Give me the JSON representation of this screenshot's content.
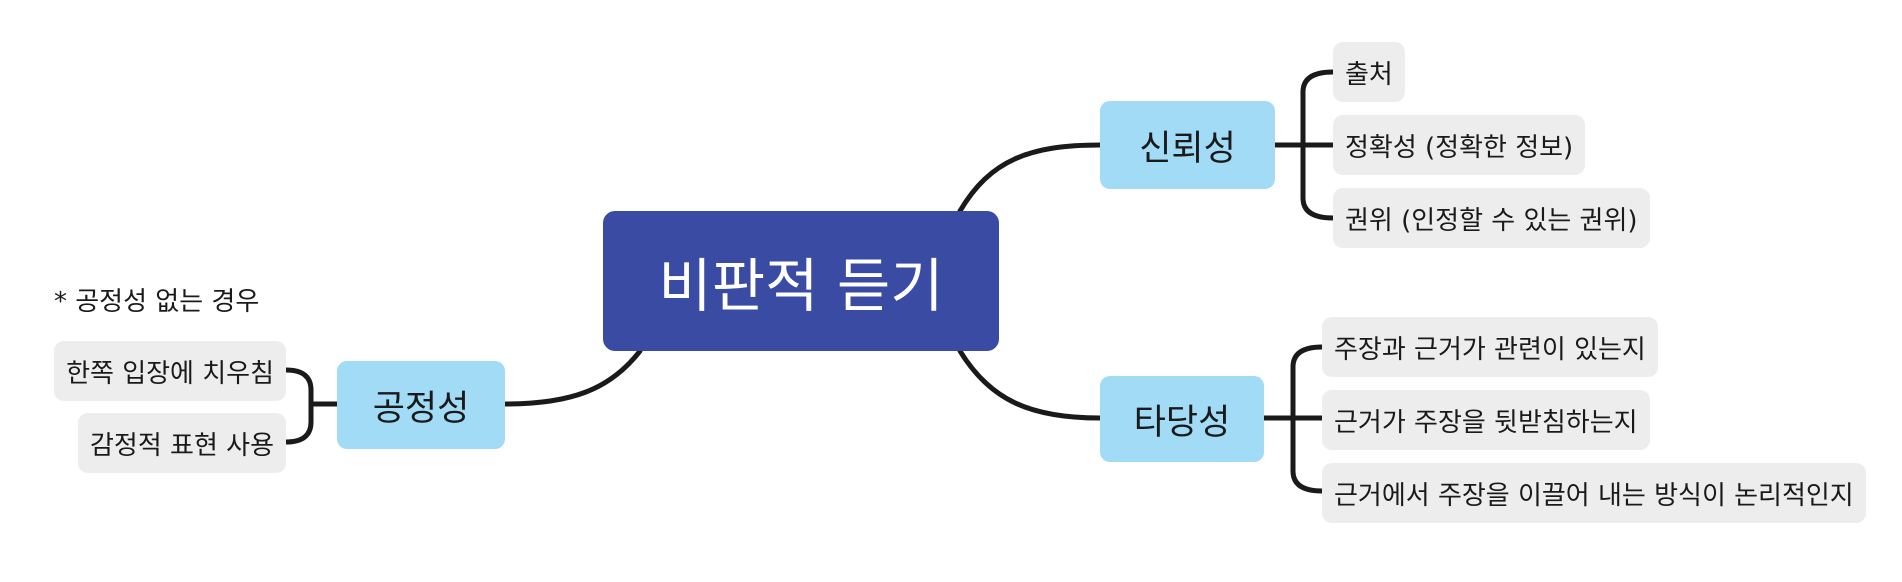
{
  "center": {
    "label": "비판적 듣기"
  },
  "branches": {
    "reliability": {
      "label": "신뢰성",
      "items": [
        "출처",
        "정확성 (정확한 정보)",
        "권위 (인정할 수 있는 권위)"
      ]
    },
    "validity": {
      "label": "타당성",
      "items": [
        "주장과 근거가 관련이 있는지",
        "근거가 주장을 뒷받침하는지",
        "근거에서 주장을 이끌어 내는 방식이 논리적인지"
      ]
    },
    "fairness": {
      "label": "공정성",
      "note": "* 공정성 없는 경우",
      "items": [
        "한쪽 입장에 치우침",
        "감정적 표현 사용"
      ]
    }
  },
  "colors": {
    "center": "#3a4ba3",
    "branch": "#a1dbf5",
    "leaf": "#ededed",
    "line": "#1a1a1a"
  }
}
